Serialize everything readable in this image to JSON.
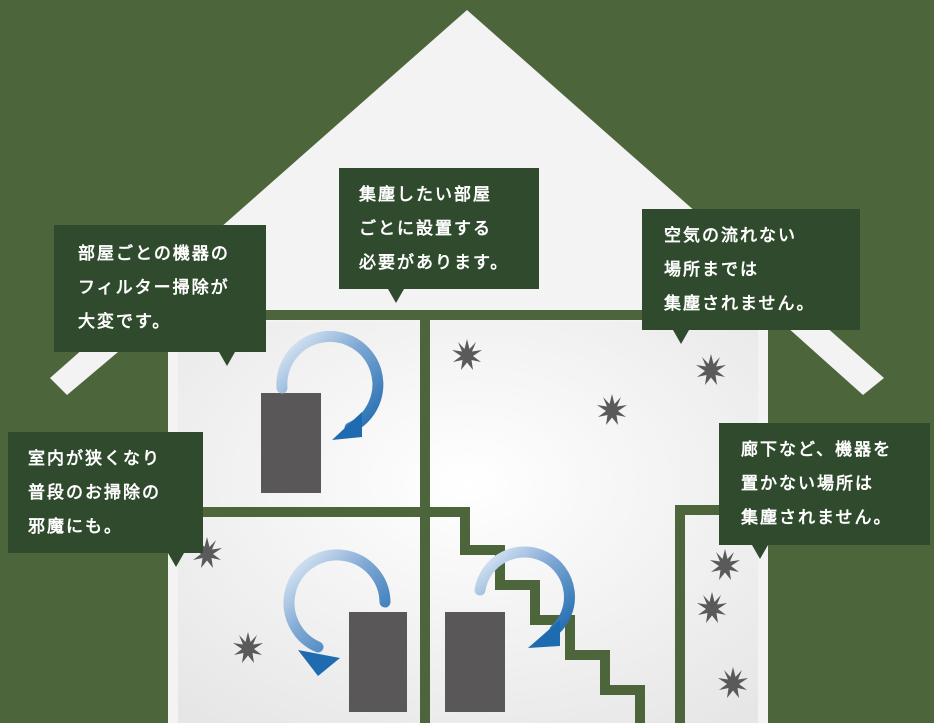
{
  "colors": {
    "background": "#4d653a",
    "house": "#f3f3f3",
    "wall": "#4d653a",
    "bubble": "#2f4a2c",
    "bubble_text": "#ffffff",
    "device": "#595757",
    "arrow": "#1f6bb0",
    "dust": "#5a5a5a"
  },
  "callouts": {
    "center": {
      "lines": [
        "集塵したい部屋",
        "ごとに設置する",
        "必要があります。"
      ]
    },
    "left_top": {
      "lines": [
        "部屋ごとの機器の",
        "フィルター掃除が",
        "大変です。"
      ]
    },
    "right_top": {
      "lines": [
        "空気の流れない",
        "場所までは",
        "集塵されません。"
      ]
    },
    "left_bottom": {
      "lines": [
        "室内が狭くなり",
        "普段のお掃除の",
        "邪魔にも。"
      ]
    },
    "right_bottom": {
      "lines": [
        "廊下など、機器を",
        "置かない場所は",
        "集塵されません。"
      ]
    }
  },
  "icons": {
    "device": "air-purifier-unit",
    "arrow": "airflow-circular-arrow-icon",
    "dust": "dust-particle-icon"
  }
}
